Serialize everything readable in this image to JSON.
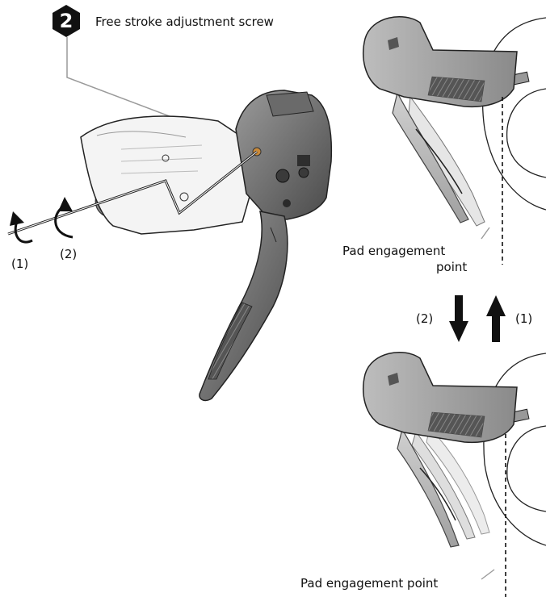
{
  "step": {
    "number": "2",
    "title": "Free stroke adjustment screw"
  },
  "rotation_labels": {
    "ccw": "(1)",
    "cw": "(2)"
  },
  "movement_labels": {
    "down": "(2)",
    "up": "(1)"
  },
  "top_view": {
    "callout_line1": "Pad engagement",
    "callout_line2": "point"
  },
  "bottom_view": {
    "callout": "Pad engagement point"
  },
  "colors": {
    "ink": "#111111",
    "lever_body": "#7a7a7a",
    "lever_light": "#d6d6d6",
    "hood_white": "#f2f2f2",
    "screw_accent": "#c98a3a"
  },
  "icons": [
    "step-badge-icon",
    "rotate-ccw-icon",
    "rotate-cw-icon",
    "arrow-down-icon",
    "arrow-up-icon"
  ]
}
